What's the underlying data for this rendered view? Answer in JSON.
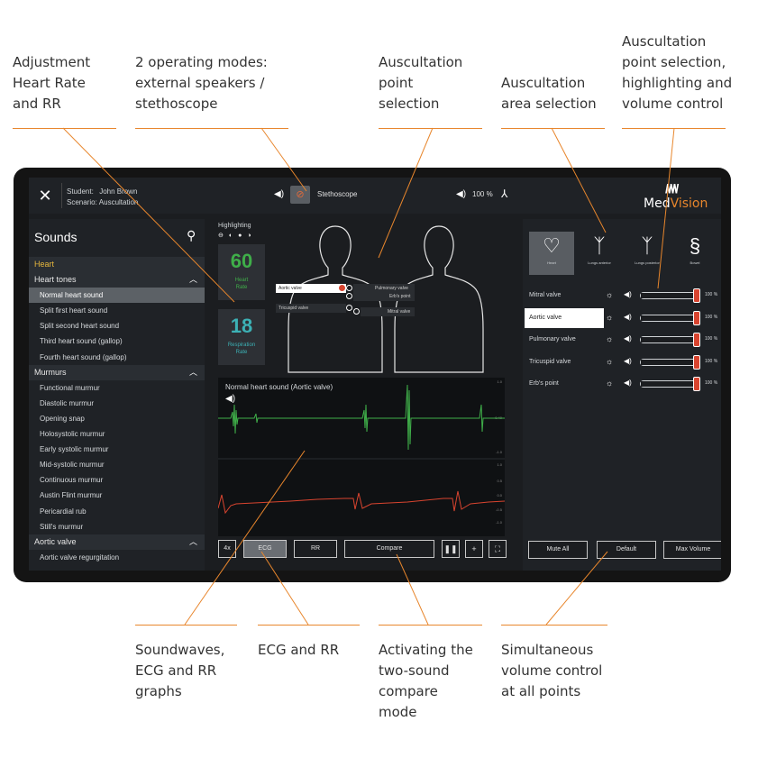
{
  "annotations": {
    "top": [
      {
        "id": "adjustment",
        "text": "Adjustment\nHeart Rate\nand RR"
      },
      {
        "id": "modes",
        "text": "2 operating modes:\nexternal speakers /\nstethoscope"
      },
      {
        "id": "auscultation-point",
        "text": "Auscultation\npoint\nselection"
      },
      {
        "id": "auscultation-area",
        "text": "Auscultation\narea selection"
      },
      {
        "id": "point-volume",
        "text": "Auscultation\npoint selection,\nhighlighting and\nvolume control"
      }
    ],
    "bottom": [
      {
        "id": "soundwaves",
        "text": "Soundwaves,\nECG and RR\ngraphs"
      },
      {
        "id": "ecg-rr",
        "text": "ECG and RR"
      },
      {
        "id": "compare",
        "text": "Activating the\ntwo-sound\ncompare\nmode"
      },
      {
        "id": "simultaneous",
        "text": "Simultaneous\nvolume control\nat all points"
      }
    ]
  },
  "topbar": {
    "student_label": "Student:",
    "student_value": "John Brown",
    "scenario_label": "Scenario:",
    "scenario_value": "Auscultation",
    "mode_label": "Stethoscope",
    "volume_label": "100 %",
    "logo_mark": "/\\/\\/\\/",
    "logo_med": "Med",
    "logo_vision": "Vision"
  },
  "sidebar": {
    "title": "Sounds",
    "category": "Heart",
    "groups": [
      {
        "label": "Heart tones",
        "items": [
          "Normal heart sound",
          "Split first heart sound",
          "Split second heart sound",
          "Third heart sound (gallop)",
          "Fourth heart sound (gallop)"
        ]
      },
      {
        "label": "Murmurs",
        "items": [
          "Functional murmur",
          "Diastolic murmur",
          "Opening snap",
          "Holosystolic murmur",
          "Early systolic murmur",
          "Mid-systolic murmur",
          "Continuous murmur",
          "Austin Flint murmur",
          "Pericardial rub",
          "Still's murmur"
        ]
      },
      {
        "label": "Aortic valve",
        "items": [
          "Aortic valve regurgitation"
        ]
      }
    ],
    "selected": "Normal heart sound"
  },
  "middle": {
    "highlighting_label": "Highlighting",
    "heart_rate": {
      "value": "60",
      "label": "Heart\nRate",
      "color": "#3fae49"
    },
    "resp_rate": {
      "value": "18",
      "label": "Respiration\nRate",
      "color": "#3cb1b5"
    },
    "valves": {
      "aortic": "Aortic valve",
      "pulmonary": "Pulmonary valve",
      "erbs": "Erb's point",
      "tricuspid": "Tricuspid valve",
      "mitral": "Mitral valve"
    },
    "graph": {
      "title": "Normal heart sound (Aortic valve)",
      "ticks_top": [
        "1.0",
        "0.40",
        "-1.0"
      ],
      "ticks_bottom": [
        "1.0",
        "0.5",
        "0.0",
        "-0.5",
        "-1.0"
      ],
      "wave_color": "#3fae49",
      "ecg_color": "#d8442f"
    },
    "buttons": {
      "speed": "4x",
      "ecg": "ECG",
      "rr": "RR",
      "compare": "Compare"
    }
  },
  "right": {
    "areas": [
      {
        "icon": "heart-icon",
        "label": "Heart"
      },
      {
        "icon": "lungs-anterior-icon",
        "label": "Lungs anterior"
      },
      {
        "icon": "lungs-posterior-icon",
        "label": "Lungs posterior"
      },
      {
        "icon": "bowel-icon",
        "label": "Bowel"
      }
    ],
    "points": [
      {
        "label": "Mitral valve",
        "volume": "100 %",
        "level": 1.0
      },
      {
        "label": "Aortic valve",
        "volume": "100 %",
        "level": 1.0
      },
      {
        "label": "Pulmonary valve",
        "volume": "100 %",
        "level": 1.0
      },
      {
        "label": "Tricuspid valve",
        "volume": "100 %",
        "level": 1.0
      },
      {
        "label": "Erb's point",
        "volume": "100 %",
        "level": 1.0
      }
    ],
    "selected_point": "Aortic valve",
    "buttons": {
      "mute_all": "Mute All",
      "default": "Default",
      "max_volume": "Max Volume"
    }
  },
  "colors": {
    "accent": "#e8862c",
    "slider_knob": "#d8442f",
    "category": "#e7b73d"
  }
}
